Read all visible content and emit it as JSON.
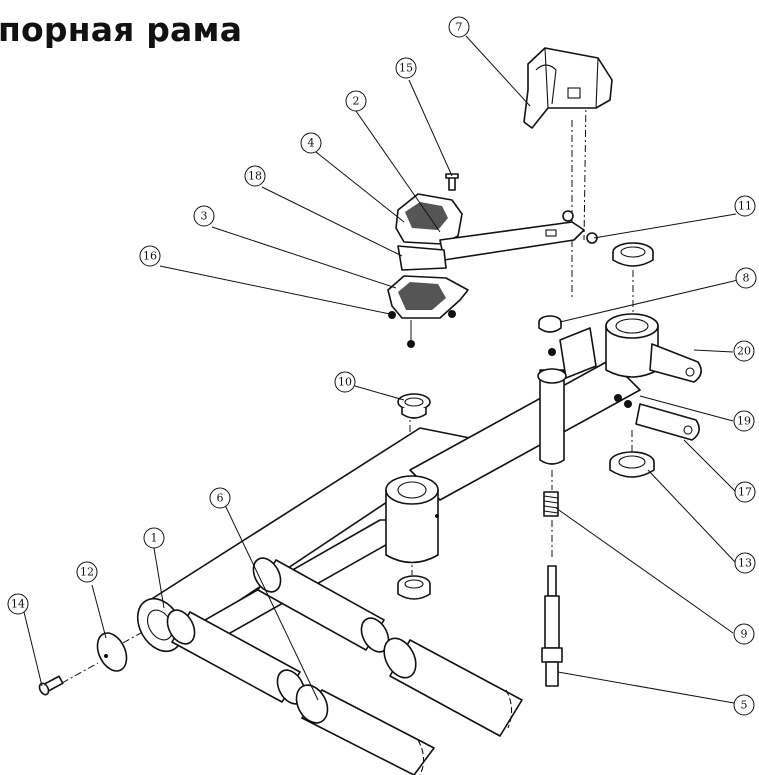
{
  "title": "порная рама",
  "callouts": [
    {
      "id": "c1",
      "label": "1"
    },
    {
      "id": "c2",
      "label": "2"
    },
    {
      "id": "c3",
      "label": "3"
    },
    {
      "id": "c4",
      "label": "4"
    },
    {
      "id": "c5",
      "label": "5"
    },
    {
      "id": "c6",
      "label": "6"
    },
    {
      "id": "c7",
      "label": "7"
    },
    {
      "id": "c8",
      "label": "8"
    },
    {
      "id": "c9",
      "label": "9"
    },
    {
      "id": "c10",
      "label": "10"
    },
    {
      "id": "c11",
      "label": "11"
    },
    {
      "id": "c12",
      "label": "12"
    },
    {
      "id": "c13",
      "label": "13"
    },
    {
      "id": "c14",
      "label": "14"
    },
    {
      "id": "c15",
      "label": "15"
    },
    {
      "id": "c16",
      "label": "16"
    },
    {
      "id": "c17",
      "label": "17"
    },
    {
      "id": "c18",
      "label": "18"
    },
    {
      "id": "c19",
      "label": "19"
    },
    {
      "id": "c20",
      "label": "20"
    }
  ]
}
